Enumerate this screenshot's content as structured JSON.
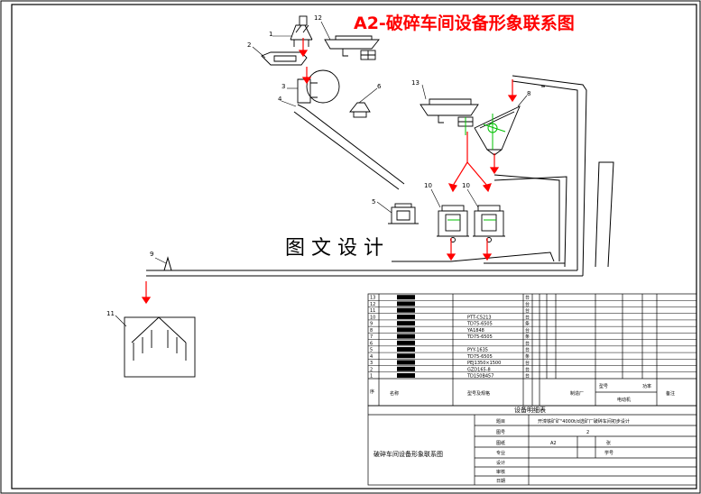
{
  "title": "A2-破碎车间设备形象联系图",
  "watermark": "图 文 设 计",
  "colors": {
    "title": "#ff0000",
    "flow": "#ff0000",
    "guide": "#00c000",
    "line": "#000000"
  },
  "equipment_labels": [
    "1",
    "2",
    "3",
    "4",
    "5",
    "6",
    "8",
    "9",
    "10",
    "10",
    "11",
    "12",
    "13"
  ],
  "bom": {
    "numbers": [
      "13",
      "12",
      "11",
      "10",
      "9",
      "8",
      "7",
      "6",
      "5",
      "4",
      "3",
      "2",
      "1"
    ],
    "models": [
      "",
      "",
      "",
      "PTT-C5213",
      "TD75-6505",
      "YA1848",
      "TD75-6505",
      "",
      "PYY-1635",
      "TD75-6505",
      "PEJ1350×1500",
      "GZD165-8",
      "TD150B457"
    ],
    "units": [
      "台",
      "台",
      "台",
      "台",
      "条",
      "台",
      "条",
      "台",
      "台",
      "条",
      "台",
      "台",
      "台"
    ],
    "col_seq": "序",
    "col_name": "名称",
    "col_model": "型号及规格",
    "col_maker": "制造厂",
    "col_motor": "电动机",
    "col_note": "备注",
    "col_type": "型号",
    "col_power": "功率"
  },
  "titleblock": {
    "header": "设备明细表",
    "label_topic": "题目",
    "topic": "开滦铁矿矿\"4000t/d选矿厂破碎车间初步设计",
    "label_scale": "图纸",
    "label_sheet": "图号",
    "sheet_no": "2",
    "size": "A2",
    "label_sheet_count": "张",
    "label_major": "专业",
    "label_student_no": "学号",
    "label_design": "设计",
    "label_review": "审核",
    "label_date": "日期",
    "drawing_name": "破碎车间设备形象联系图"
  }
}
